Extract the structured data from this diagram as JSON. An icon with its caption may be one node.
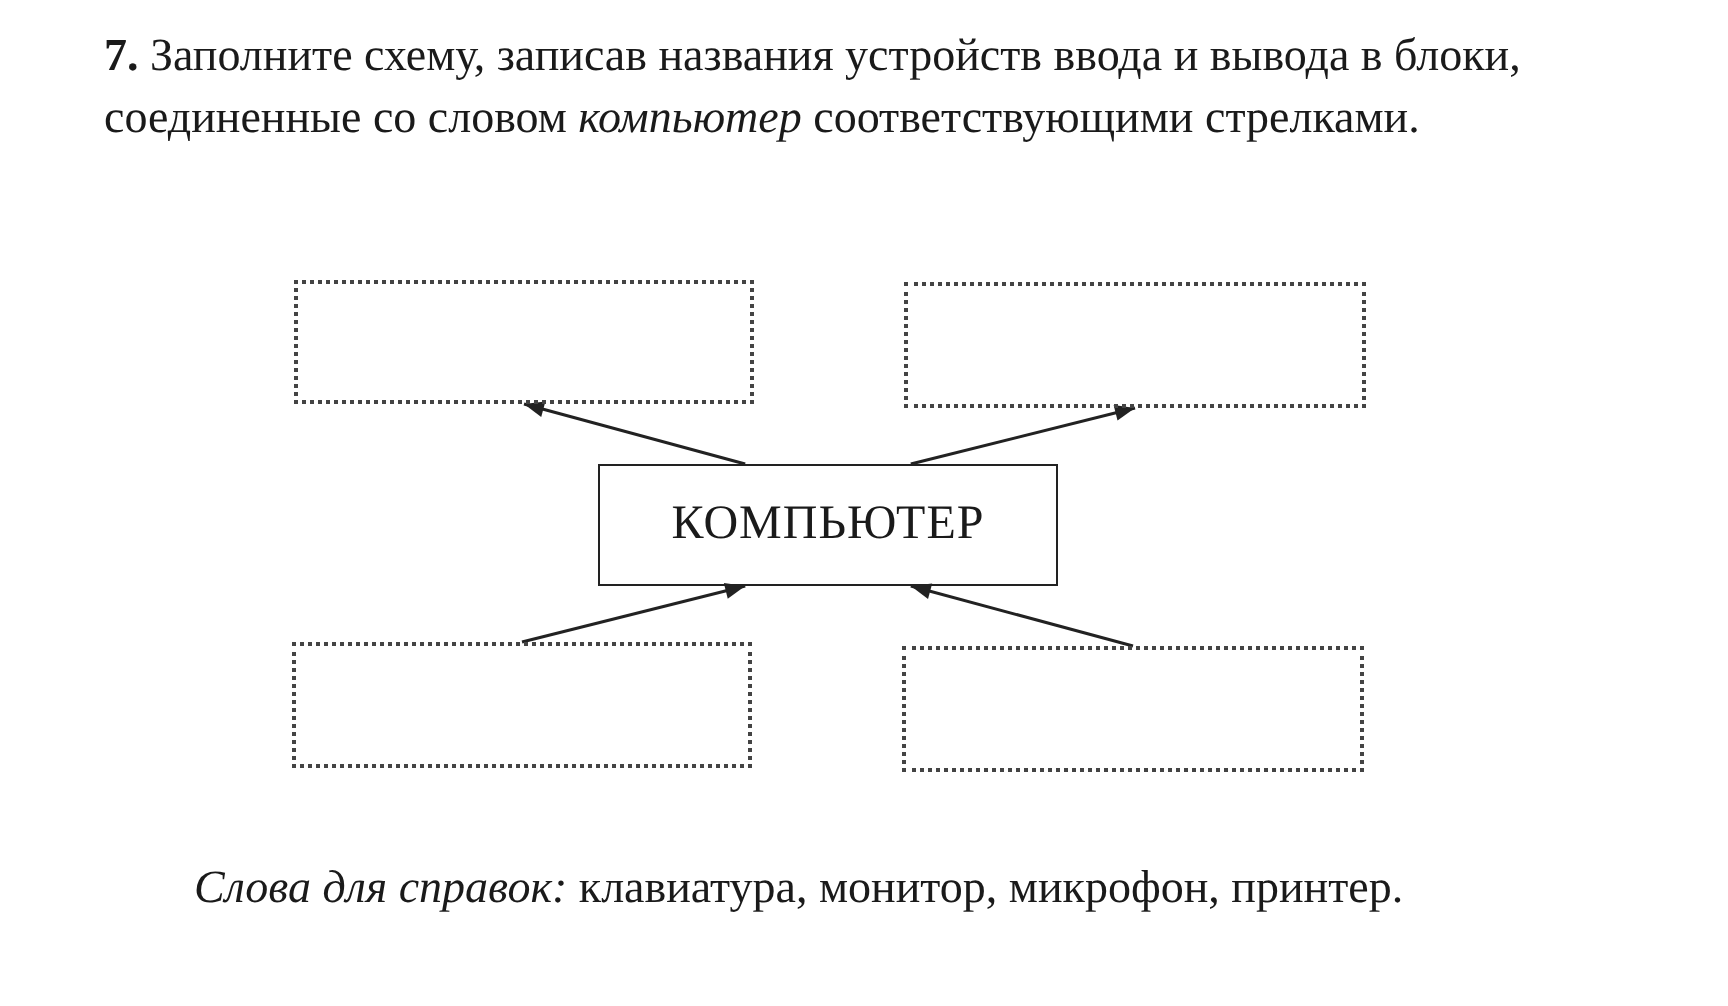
{
  "diagram": {
    "title": "**7.** Заполните схему, записав названия устройств ввода и вывода в блоки, соединенные со словом *компьютер* соответствующими стрелками.",
    "nodes": [
      {
        "text": [],
        "shape": "box"
      },
      {
        "text": [],
        "shape": "box"
      },
      {
        "text": [
          "КОМПЬЮТЕР"
        ]
      },
      {
        "text": [],
        "shape": "box"
      },
      {
        "text": [],
        "shape": "box"
      }
    ],
    "edges": [
      {
        "from": 2,
        "to": 0,
        "arrow": "to"
      },
      {
        "from": 2,
        "to": 1,
        "arrow": "to"
      },
      {
        "from": 3,
        "to": 2,
        "arrow": "to"
      },
      {
        "from": 4,
        "to": 2,
        "arrow": "to"
      }
    ],
    "caption": "*Слова для справок:* клавиатура, монитор, микрофон, принтер."
  }
}
